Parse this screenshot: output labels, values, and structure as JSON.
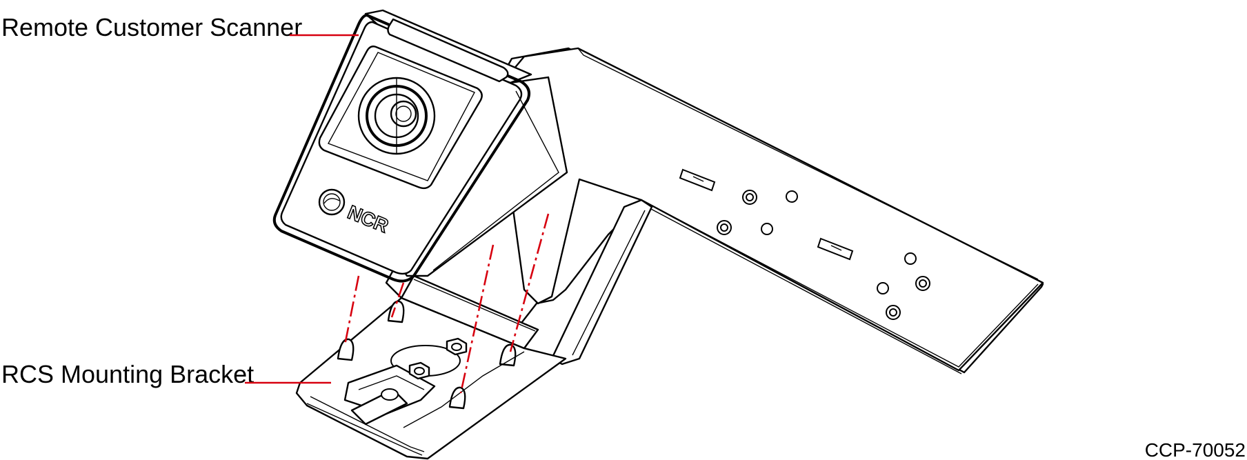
{
  "callouts": {
    "scanner": "Remote Customer Scanner",
    "bracket": "RCS Mounting Bracket"
  },
  "figure_code": "CCP-70052",
  "logo_text": "NCR",
  "colors": {
    "leader_line": "#d7000f",
    "line_art": "#000000",
    "background": "#ffffff"
  }
}
